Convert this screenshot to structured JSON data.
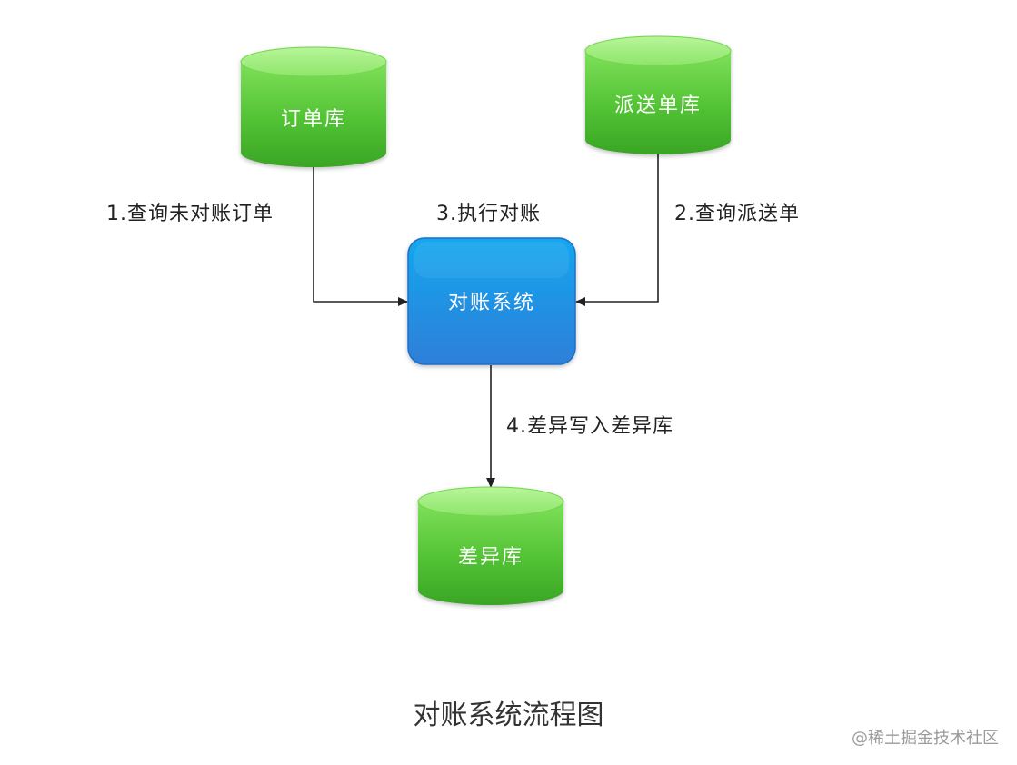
{
  "nodes": {
    "order_db": "订单库",
    "dispatch_db": "派送单库",
    "system": "对账系统",
    "diff_db": "差异库"
  },
  "edges": {
    "query_orders": "1.查询未对账订单",
    "query_dispatch": "2.查询派送单",
    "execute": "3.执行对账",
    "write_diff": "4.差异写入差异库"
  },
  "caption": "对账系统流程图",
  "watermark": "@稀土掘金技术社区",
  "colors": {
    "db_green": "#5ecb3c",
    "system_blue": "#1a9be6",
    "arrow": "#222222"
  }
}
